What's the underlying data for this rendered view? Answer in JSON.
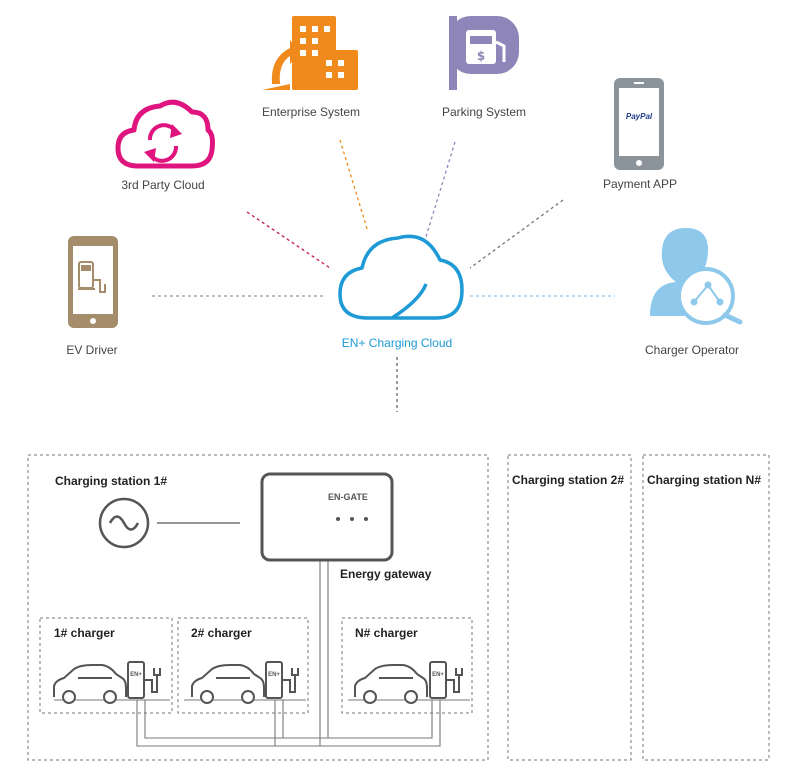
{
  "top_nodes": {
    "enterprise": "Enterprise System",
    "parking": "Parking System",
    "third_party": "3rd Party Cloud",
    "payment": "Payment APP",
    "payment_brand": "PayPal",
    "ev_driver": "EV Driver",
    "operator": "Charger Operator",
    "center": "EN+ Charging Cloud"
  },
  "station": {
    "title_1": "Charging station 1#",
    "title_2": "Charging station 2#",
    "title_n": "Charging station N#",
    "gateway_badge": "EN-GATE",
    "gateway_caption": "Energy gateway",
    "chargers": [
      "1# charger",
      "2# charger",
      "N# charger"
    ],
    "charger_logo": "EN+"
  },
  "colors": {
    "enterprise": "#f08a1d",
    "parking": "#8e86b8",
    "third_party": "#e0147e",
    "payment": "#8c949b",
    "ev_driver": "#a58c6a",
    "operator": "#8ec8ea",
    "cloud": "#1e9ad6",
    "line": "#999999"
  }
}
